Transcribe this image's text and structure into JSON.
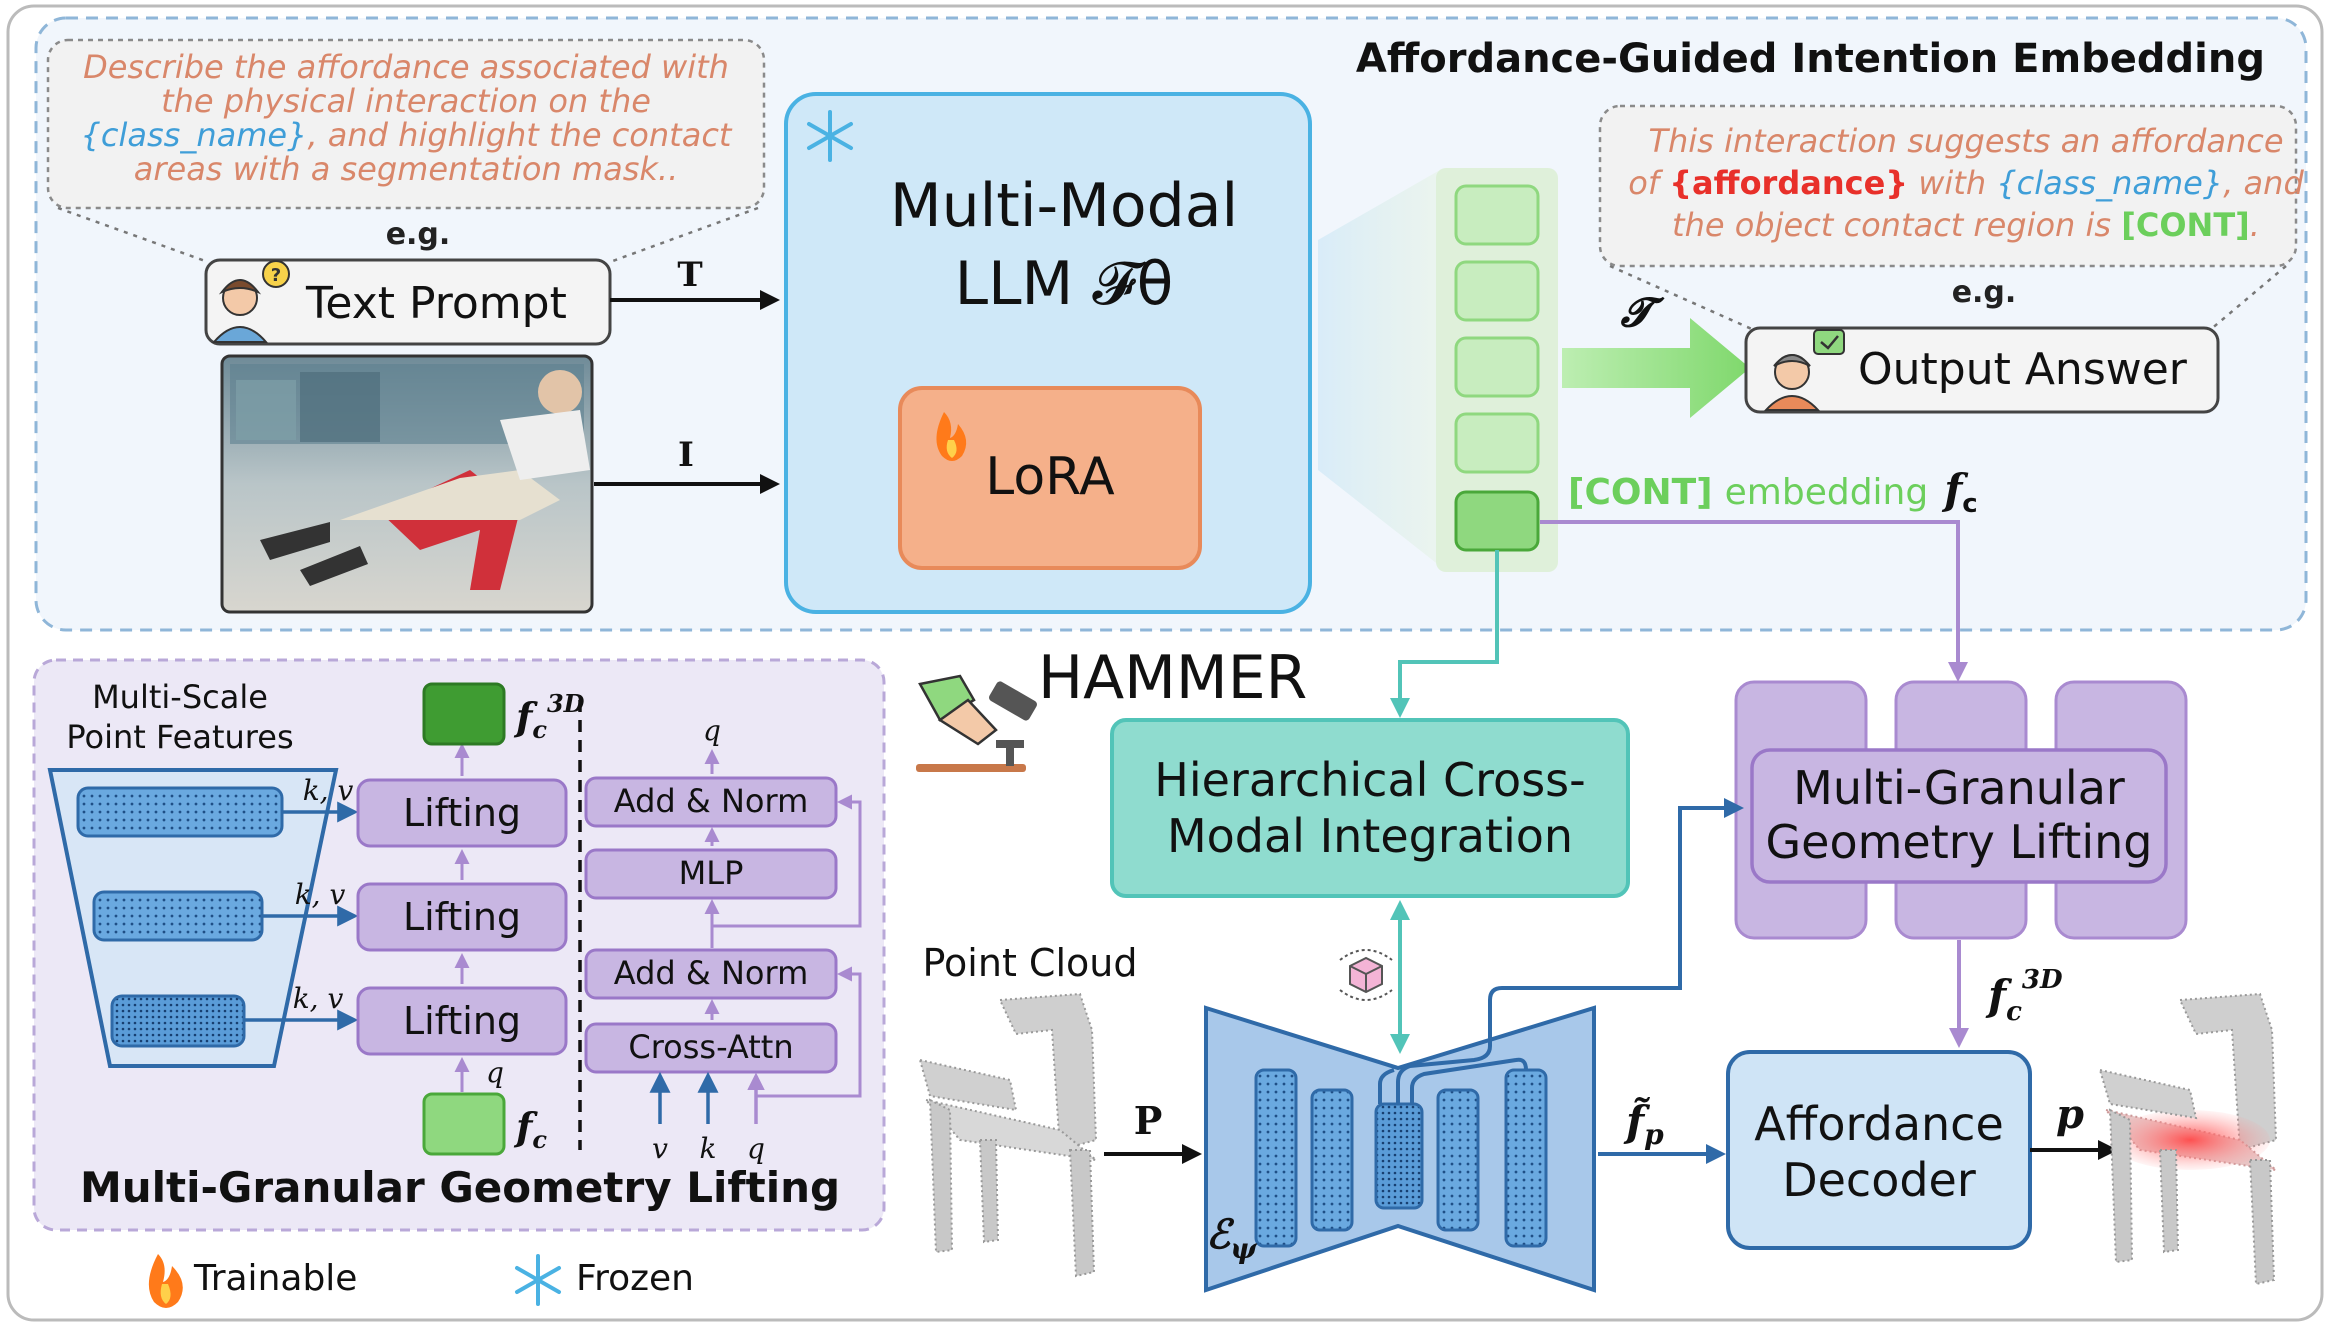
{
  "top_section": {
    "title": "Affordance-Guided Intention Embedding",
    "prompt_bubble": {
      "line1": "Describe the affordance associated with",
      "line2": "the physical interaction on the",
      "line3_var": "{class_name}",
      "line3_rest": ", and highlight the contact",
      "line4": "areas with a segmentation mask.."
    },
    "prompt_eg": "e.g.",
    "text_prompt_label": "Text Prompt",
    "arrow_T": "T",
    "arrow_I": "I",
    "mllm_line1": "Multi-Modal",
    "mllm_line2": "LLM 𝓕θ",
    "lora_label": "LoRA",
    "answer_bubble": {
      "line1": "This interaction suggests an affordance",
      "line2_pre": "of ",
      "line2_aff": "{affordance}",
      "line2_mid": " with ",
      "line2_var": "{class_name}",
      "line2_end": ", and",
      "line3_pre": "the object contact region is ",
      "line3_cont": "[CONT]",
      "line3_end": "."
    },
    "answer_eg": "e.g.",
    "arrow_T_out": "𝓣",
    "output_answer_label": "Output Answer",
    "cont_token": "[CONT]",
    "cont_embedding_text": "embedding",
    "cont_symbol": "f",
    "cont_symbol_sub": "c"
  },
  "brand": {
    "name": "HAMMER"
  },
  "main_blocks": {
    "hcmi_line1": "Hierarchical Cross-",
    "hcmi_line2": "Modal Integration",
    "mggl_line1": "Multi-Granular",
    "mggl_line2": "Geometry Lifting",
    "f3d_label": "f",
    "f3d_sub": "c",
    "f3d_sup": "3D",
    "point_cloud_label": "Point Cloud",
    "arrow_P": "P",
    "encoder_label": "ℰ",
    "encoder_sub": "ψ",
    "fp_label": "f̃",
    "fp_sub": "p",
    "decoder_line1": "Affordance",
    "decoder_line2": "Decoder",
    "arrow_p": "p"
  },
  "detail_panel": {
    "title": "Multi-Granular Geometry Lifting",
    "features_line1": "Multi-Scale",
    "features_line2": "Point Features",
    "kv": "k, v",
    "lifting": "Lifting",
    "q": "q",
    "f3d": "f",
    "f3d_sub": "c",
    "f3d_sup": "3D",
    "fc": "f",
    "fc_sub": "c",
    "add_norm": "Add & Norm",
    "mlp": "MLP",
    "cross_attn": "Cross-Attn",
    "v": "v",
    "k": "k"
  },
  "legend": {
    "trainable": "Trainable",
    "frozen": "Frozen"
  },
  "colors": {
    "mllm_fill": "#cfe8f8",
    "mllm_stroke": "#4ab2e3",
    "lora_fill": "#f5b08a",
    "hcmi_fill": "#8fdccf",
    "mggl_fill": "#c8b6e2",
    "decoder_fill": "#cfe4f6",
    "green_token": "#8fd87f",
    "purple_arrow": "#a98ad0",
    "teal_arrow": "#52c4b8",
    "blue_arrow": "#2f6aa8",
    "orange_text": "#d9876a",
    "blue_var": "#3f9ed8",
    "red_aff": "#e8302a",
    "green_cont": "#6ccf5c"
  }
}
